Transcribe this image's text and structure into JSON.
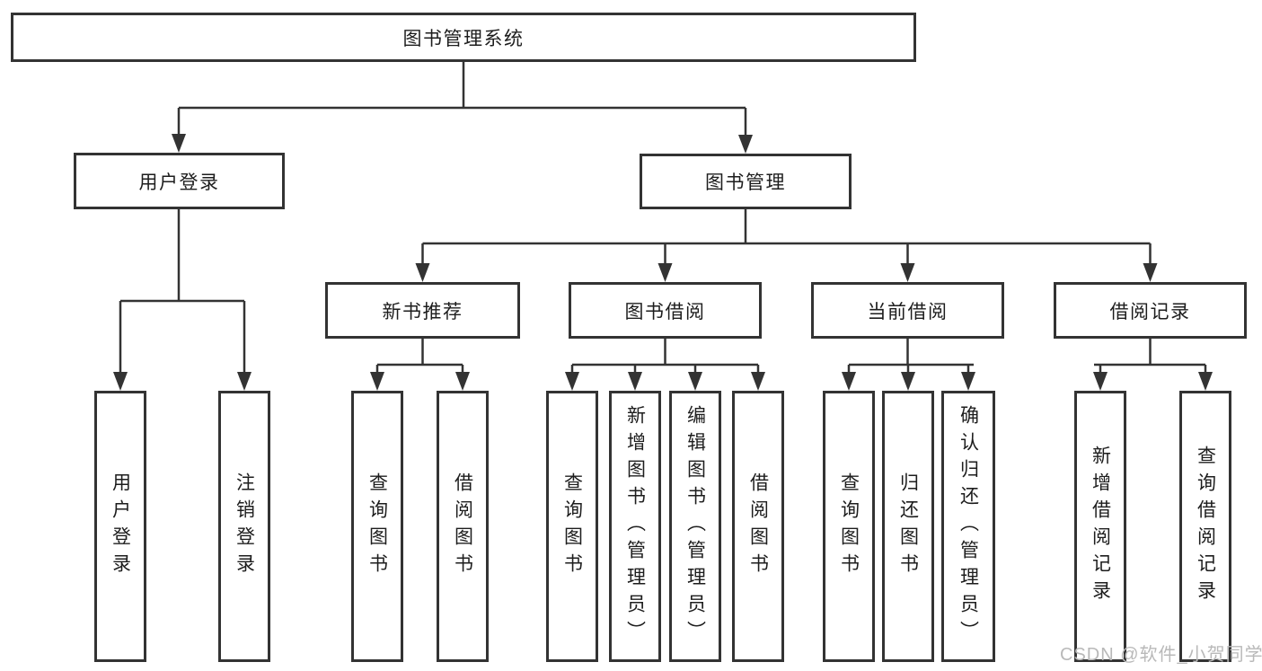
{
  "tree": {
    "root": {
      "label": "图书管理系统",
      "children": [
        {
          "label": "用户登录",
          "children": [
            {
              "label": "用户登录"
            },
            {
              "label": "注销登录"
            }
          ]
        },
        {
          "label": "图书管理",
          "children": [
            {
              "label": "新书推荐",
              "children": [
                {
                  "label": "查询图书"
                },
                {
                  "label": "借阅图书"
                }
              ]
            },
            {
              "label": "图书借阅",
              "children": [
                {
                  "label": "查询图书"
                },
                {
                  "label": "新增图书（管理员）"
                },
                {
                  "label": "编辑图书（管理员）"
                },
                {
                  "label": "借阅图书"
                }
              ]
            },
            {
              "label": "当前借阅",
              "children": [
                {
                  "label": "查询图书"
                },
                {
                  "label": "归还图书"
                },
                {
                  "label": "确认归还（管理员）"
                }
              ]
            },
            {
              "label": "借阅记录",
              "children": [
                {
                  "label": "新增借阅记录"
                },
                {
                  "label": "查询借阅记录"
                }
              ]
            }
          ]
        }
      ]
    }
  },
  "watermark": {
    "text": "CSDN @软件_小贺同学",
    "color": "#b9b9b9"
  },
  "colors": {
    "line": "#333333",
    "box_border": "#333333",
    "box_fill": "#ffffff",
    "text": "#1d1d1d",
    "background": "#ffffff"
  }
}
